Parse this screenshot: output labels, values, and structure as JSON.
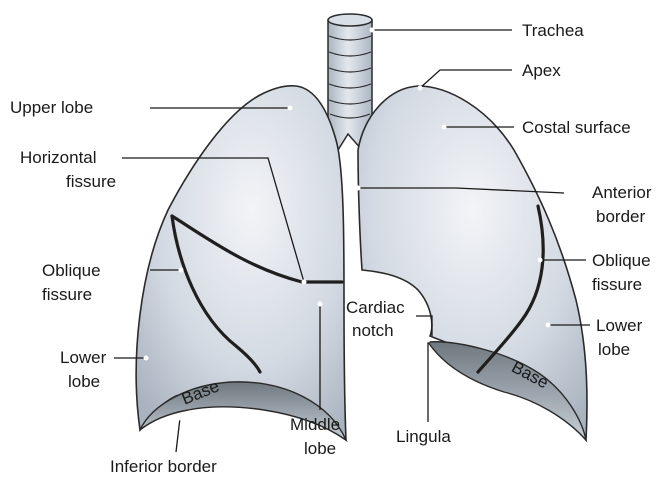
{
  "labels": {
    "trachea": "Trachea",
    "apex": "Apex",
    "costal_surface": "Costal surface",
    "upper_lobe": "Upper lobe",
    "horizontal_fissure_1": "Horizontal",
    "horizontal_fissure_2": "fissure",
    "anterior_border_1": "Anterior",
    "anterior_border_2": "border",
    "oblique_fissure_left_1": "Oblique",
    "oblique_fissure_left_2": "fissure",
    "oblique_fissure_right_1": "Oblique",
    "oblique_fissure_right_2": "fissure",
    "cardiac_notch_1": "Cardiac",
    "cardiac_notch_2": "notch",
    "lower_lobe_left_1": "Lower",
    "lower_lobe_left_2": "lobe",
    "lower_lobe_right_1": "Lower",
    "lower_lobe_right_2": "lobe",
    "base_left": "Base",
    "base_right": "Base",
    "middle_lobe_1": "Middle",
    "middle_lobe_2": "lobe",
    "lingula": "Lingula",
    "inferior_border": "Inferior border"
  },
  "colors": {
    "lung_fill": "#c9d1dc",
    "lung_highlight": "#eef1f5",
    "base_fill": "#8e969f",
    "trachea_fill": "#b8c2ce",
    "outline": "#2a2a2a"
  }
}
